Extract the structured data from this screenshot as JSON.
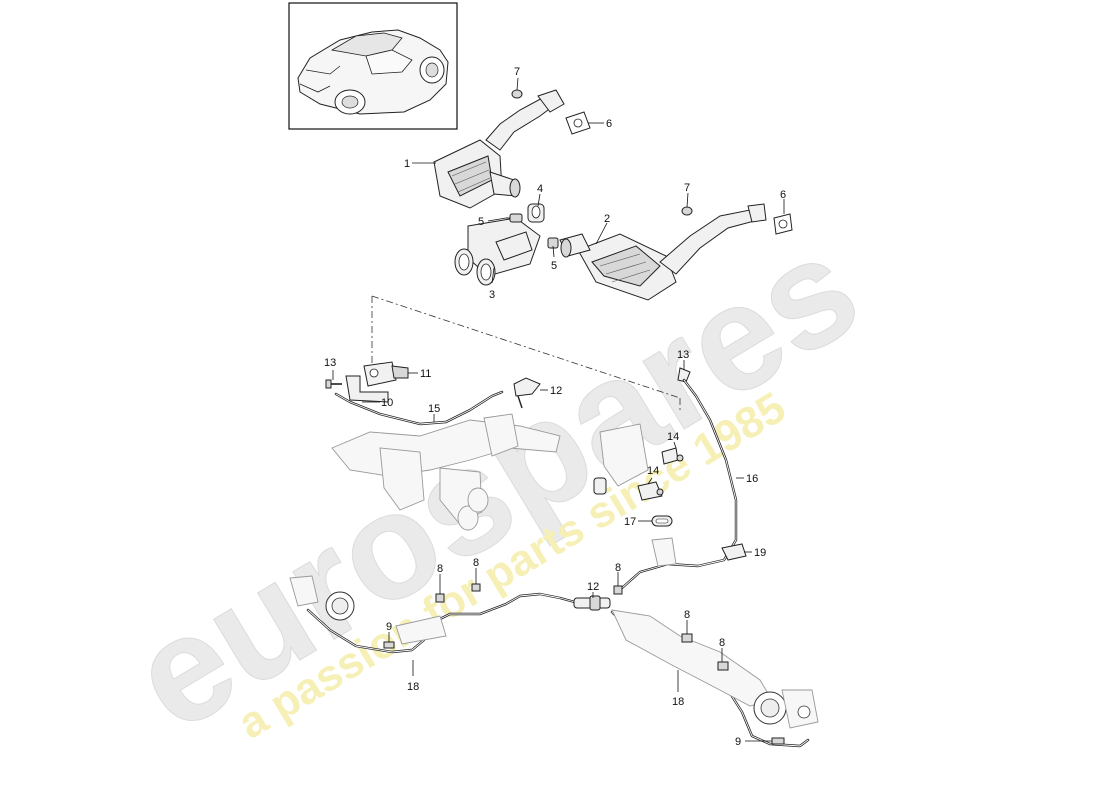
{
  "watermark": {
    "brand": "eurospares",
    "tagline": "a passion for parts since 1985",
    "brand_color": "#d9d9d9",
    "tagline_color": "#efe58a"
  },
  "callouts": {
    "c1": "1",
    "c2": "2",
    "c3": "3",
    "c4": "4",
    "c5a": "5",
    "c5b": "5",
    "c6a": "6",
    "c6b": "6",
    "c7a": "7",
    "c7b": "7",
    "c8a": "8",
    "c8b": "8",
    "c8c": "8",
    "c8d": "8",
    "c8e": "8",
    "c9a": "9",
    "c9b": "9",
    "c10": "10",
    "c11": "11",
    "c12a": "12",
    "c12b": "12",
    "c13a": "13",
    "c13b": "13",
    "c14a": "14",
    "c14b": "14",
    "c15": "15",
    "c16": "16",
    "c17": "17",
    "c18a": "18",
    "c18b": "18",
    "c19": "19"
  }
}
